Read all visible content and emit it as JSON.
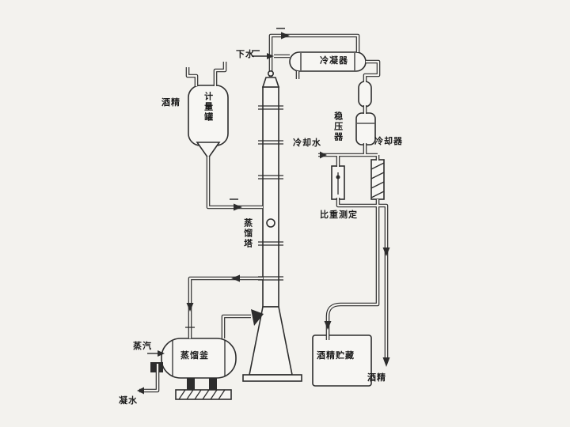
{
  "diagram": {
    "colors": {
      "line": "#2d2d2d",
      "paper": "#f7f6f3",
      "background": "#f3f2ee",
      "ink": "#1c1c1c"
    },
    "labels": {
      "drain_water": "下水",
      "condenser": "冷凝器",
      "alcohol_feed": "酒精",
      "metering_tank": "计量罐",
      "pressure_stabilizer": "稳压器",
      "cooling_water": "冷却水",
      "cooler": "冷却器",
      "specific_gravity_measurement": "比重测定",
      "distillation_column": "蒸馏塔",
      "distillation_still": "蒸馏釜",
      "steam": "蒸汽",
      "condensate": "凝水",
      "alcohol_storage": "酒精贮藏",
      "alcohol_out": "酒精"
    }
  }
}
